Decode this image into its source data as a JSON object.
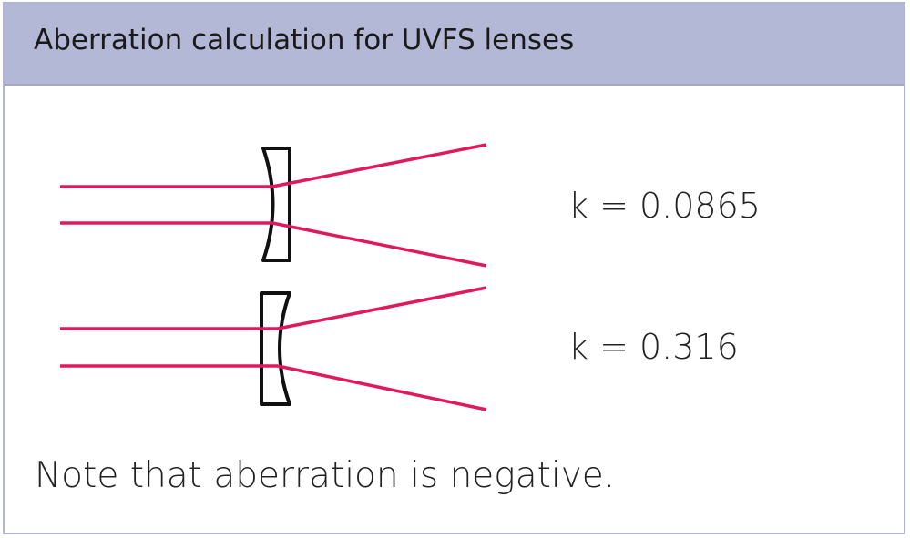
{
  "header": {
    "title": "Aberration calculation for UVFS lenses"
  },
  "lenses": [
    {
      "k_label": "k = 0.0865"
    },
    {
      "k_label": "k = 0.316"
    }
  ],
  "note": "Note that aberration is negative.",
  "colors": {
    "ray": "#e0185e",
    "lens": "#111111",
    "header_bg": "#b2b8d6",
    "border": "#b0b6d2"
  }
}
